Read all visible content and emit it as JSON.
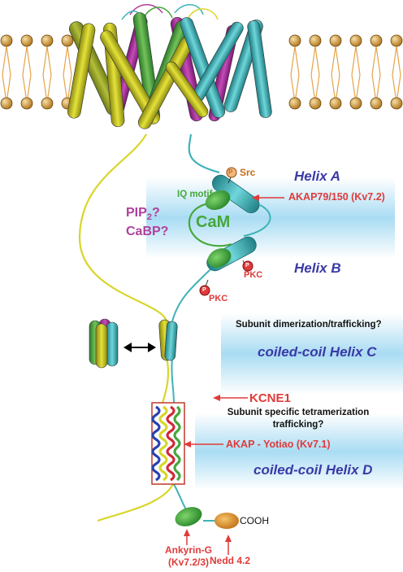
{
  "labels": {
    "src": "Src",
    "helix_a": "Helix A",
    "helix_b": "Helix B",
    "iq_motif": "IQ motif",
    "akap79": "AKAP79/150 (Kv7.2)",
    "pip2_base": "PIP",
    "pip2_sub": "2",
    "pip2_q": "?",
    "cabp": "CaBP?",
    "cam": "CaM",
    "pkc_1": "PKC",
    "pkc_2": "PKC",
    "phospho": "P",
    "dimerization": "Subunit dimerization/trafficking?",
    "helix_c": "coiled-coil Helix C",
    "kcne1": "KCNE1",
    "tetramerization_1": "Subunit specific tetramerization",
    "tetramerization_2": "trafficking?",
    "akap_yotiao": "AKAP - Yotiao (Kv7.1)",
    "helix_d": "coiled-coil Helix D",
    "cooh": "COOH",
    "ankyrin_1": "Ankyrin-G",
    "ankyrin_2": "(Kv7.2/3)",
    "nedd": "Nedd 4.2"
  },
  "colors": {
    "helix_text": "#3a3aa6",
    "interactor_red": "#e03a3a",
    "calmodulin_green": "#46a83a",
    "pip2_magenta": "#b0419b",
    "src_orange": "#c56d1a",
    "band_blue": "#a9dcf3",
    "yellow_subunit": "#d8d62a",
    "cyan_subunit": "#3eb3b8"
  }
}
